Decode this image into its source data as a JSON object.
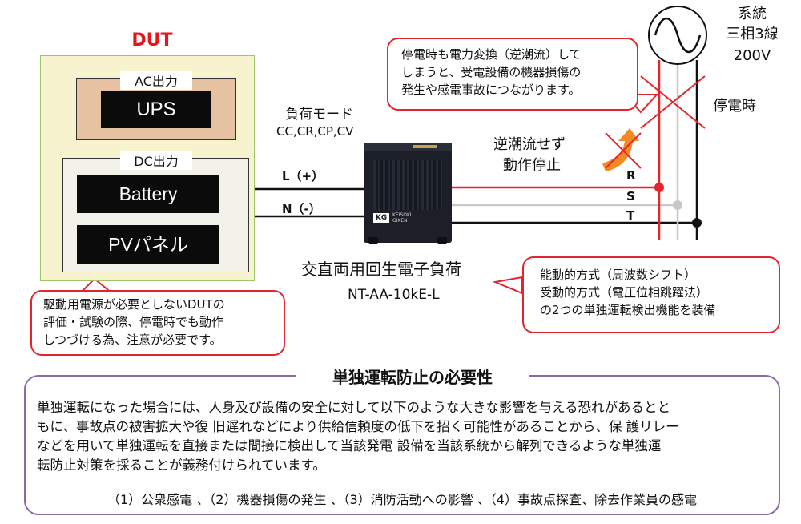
{
  "dut": {
    "title": "DUT",
    "ac_label": "AC出力",
    "ups": "UPS",
    "dc_label": "DC出力",
    "battery": "Battery",
    "pv": "PVパネル"
  },
  "callouts": {
    "dut_note": [
      "駆動用電源が必要としないDUTの",
      "評価・試験の際、停電時でも動作",
      "しつづける為、注意が必要です。"
    ],
    "reverse_flow": [
      "停電時も電力変換（逆潮流）して",
      "しまうと、受電設備の機器損傷の",
      "発生や感電事故につながります。"
    ],
    "detection": [
      "能動的方式（周波数シフト）",
      "受動的方式（電圧位相跳躍法）",
      "の2つの単独運転検出機能を装備"
    ]
  },
  "load": {
    "mode_label": "負荷モード",
    "modes": "CC,CR,CP,CV",
    "line_l": "L（+）",
    "line_n": "N（-）",
    "name": "交直両用回生電子負荷",
    "model": "NT-AA-10kE-L",
    "badge": "KG",
    "maker_line1": "KEISOKU",
    "maker_line2": "GIKEN"
  },
  "grid": {
    "label": "系統",
    "phase": "三相3線",
    "voltage": "200V",
    "outage": "停電時",
    "stop_line1": "逆潮流せず",
    "stop_line2": "動作停止",
    "r": "R",
    "s": "S",
    "t": "T"
  },
  "summary": {
    "title": "単独運転防止の必要性",
    "lines": [
      "単独運転になった場合には、人身及び設備の安全に対して以下のような大きな影響を与える恐れがあるとと",
      "もに、事故点の被害拡大や復 旧遅れなどにより供給信頼度の低下を招く可能性があることから、保 護リレー",
      "などを用いて単独運転を直接または間接に検出して当該発電 設備を当該系統から解列できるような単独運",
      "転防止対策を採ることが義務付けられています。"
    ],
    "list": "（1）公衆感電 、（2）機器損傷の発生 、（3）消防活動への影響 、（4）事故点探査、除去作業員の感電"
  },
  "colors": {
    "red_line": "#e4262c",
    "gray_line": "#c8c8c8",
    "black_line": "#111111",
    "callout_border": "#e4262c",
    "summary_border": "#8b6aa6",
    "arrow": "#f08a24"
  }
}
